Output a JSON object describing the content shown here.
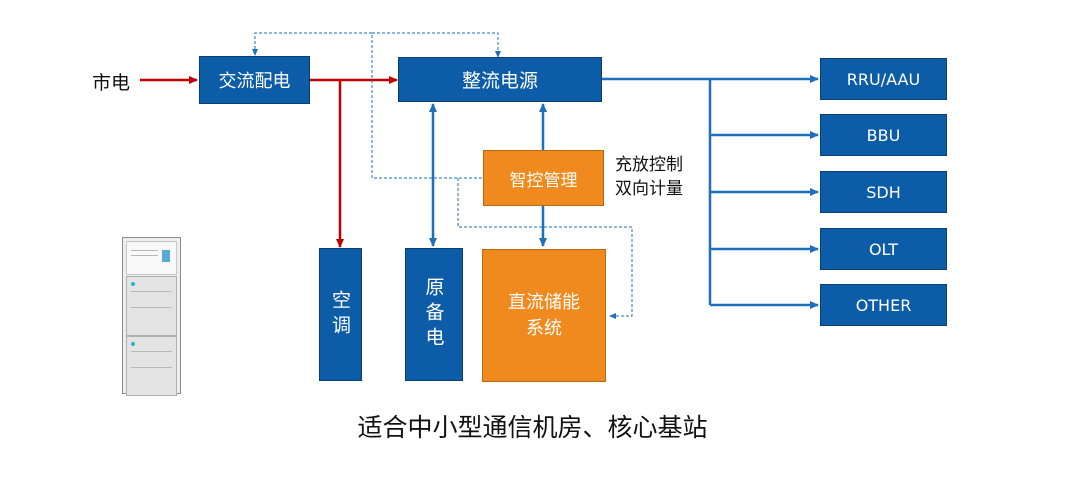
{
  "input_label": "市电",
  "ac_distribution": "交流配电",
  "rectifier": "整流电源",
  "controller": "智控管理",
  "controller_note": [
    "充放控制",
    "双向计量"
  ],
  "air_conditioner": "空调",
  "original_battery": "原备电",
  "dc_storage": [
    "直流储能",
    "系统"
  ],
  "loads": [
    "RRU/AAU",
    "BBU",
    "SDH",
    "OLT",
    "OTHER"
  ],
  "caption": "适合中小型通信机房、核心基站",
  "colors": {
    "blue": "#0d5ca8",
    "orange": "#f08a1e",
    "red": "#c00000",
    "line_blue": "#1f6fbd"
  },
  "icons": {
    "cabinet": "energy-storage-cabinet-icon"
  }
}
